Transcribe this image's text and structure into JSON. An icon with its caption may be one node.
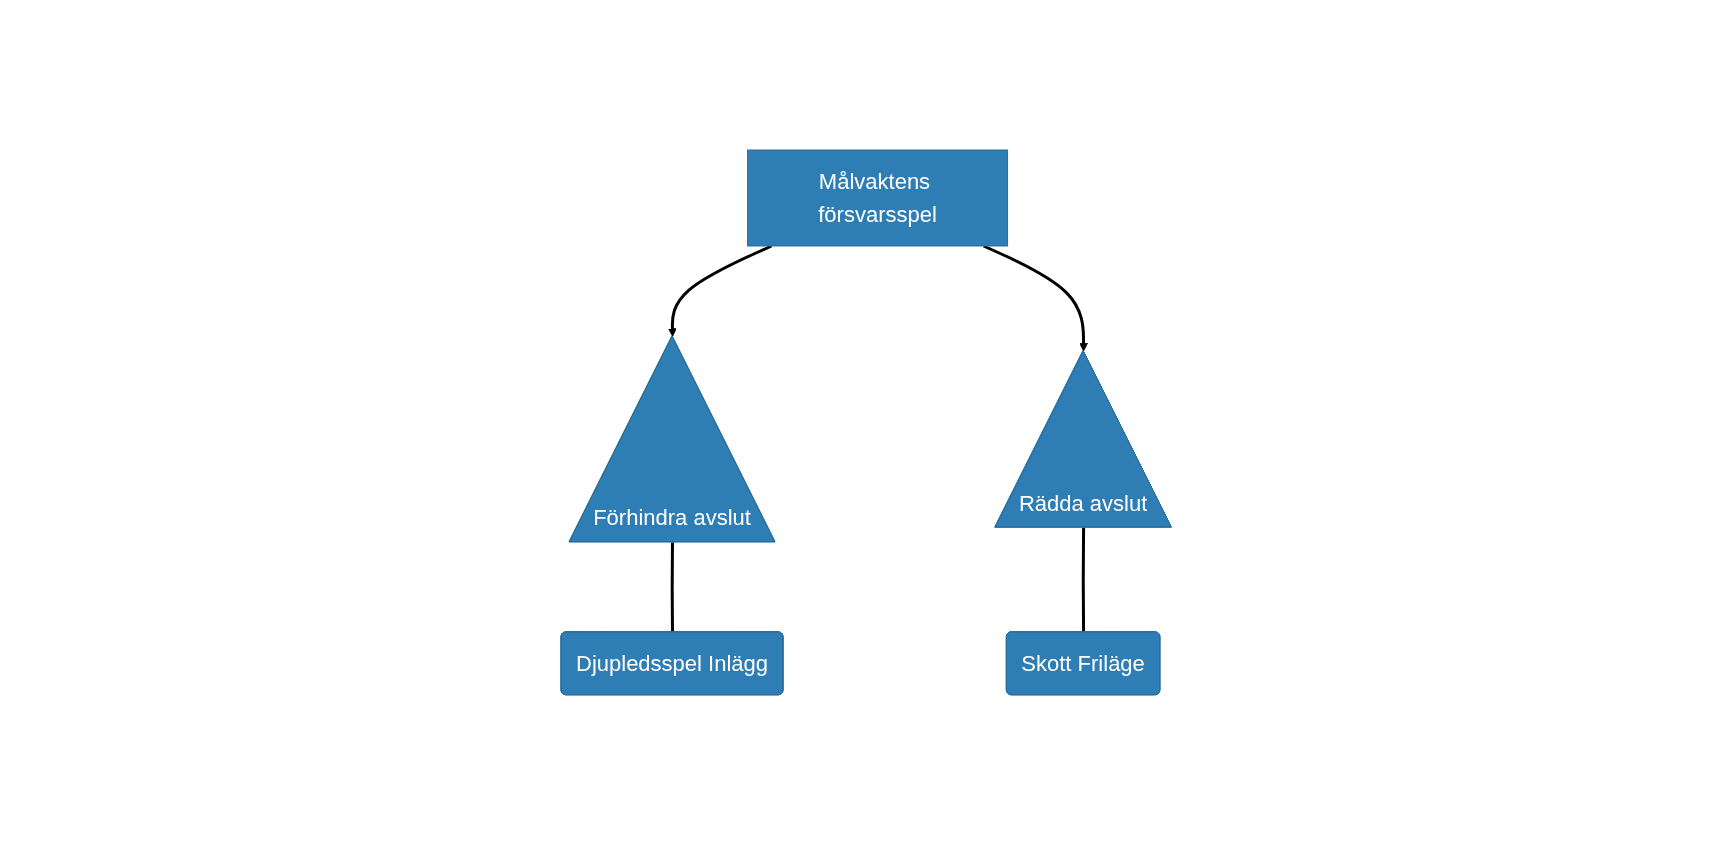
{
  "diagram": {
    "nodes": [
      {
        "text": [
          "Målvaktens försvarsspel"
        ]
      },
      {
        "text": [
          "Förhindra avslut"
        ]
      },
      {
        "text": [
          "Rädda avslut"
        ]
      },
      {
        "text": [
          "Djupledsspel Inlägg"
        ]
      },
      {
        "text": [
          "Skott Friläge"
        ]
      }
    ],
    "edges": [
      {
        "from": 0,
        "to": 1,
        "arrow": "to"
      },
      {
        "from": 0,
        "to": 2,
        "arrow": "to"
      },
      {
        "from": 1,
        "to": 3,
        "arrow": "none"
      },
      {
        "from": 2,
        "to": 4,
        "arrow": "none"
      }
    ]
  }
}
